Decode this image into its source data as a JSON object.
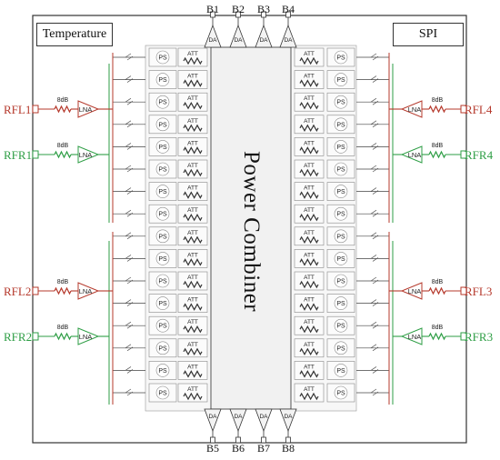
{
  "blocks": {
    "temperature": "Temperature",
    "spi": "SPI",
    "combiner": "Power Combiner"
  },
  "top_pins": [
    "B1",
    "B2",
    "B3",
    "B4"
  ],
  "bottom_pins": [
    "B5",
    "B6",
    "B7",
    "B8"
  ],
  "channel": {
    "ps": "PS",
    "att": "ATT",
    "amp": "DA"
  },
  "ports": {
    "left": [
      {
        "name": "RFL1",
        "color": "#b5382b"
      },
      {
        "name": "RFR1",
        "color": "#2e9e45"
      },
      {
        "name": "RFL2",
        "color": "#b5382b"
      },
      {
        "name": "RFR2",
        "color": "#2e9e45"
      }
    ],
    "right": [
      {
        "name": "RFL4",
        "color": "#b5382b"
      },
      {
        "name": "RFR4",
        "color": "#2e9e45"
      },
      {
        "name": "RFL3",
        "color": "#b5382b"
      },
      {
        "name": "RFR3",
        "color": "#2e9e45"
      }
    ]
  },
  "lna_label": "LNA",
  "attenuator_label": "8dB",
  "colors": {
    "red": "#b5382b",
    "green": "#2e9e45",
    "line": "#444444"
  }
}
